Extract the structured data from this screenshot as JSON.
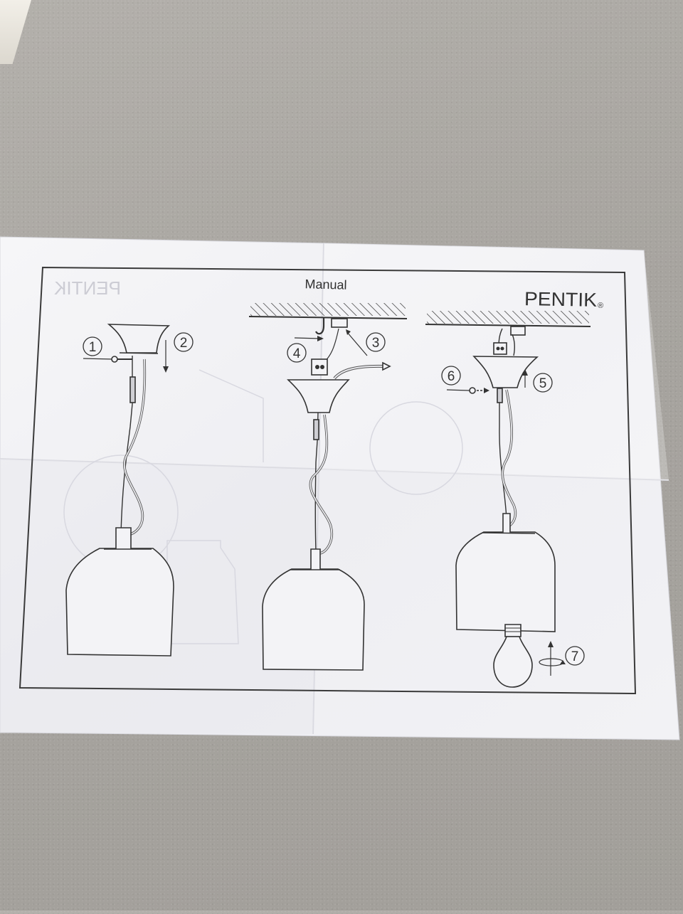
{
  "manual": {
    "title": "Manual",
    "brand": "PENTIK",
    "brand_mark": "®",
    "ghost_brand": "PENTIK"
  },
  "steps": [
    {
      "number": "1"
    },
    {
      "number": "2"
    },
    {
      "number": "3"
    },
    {
      "number": "4"
    },
    {
      "number": "5"
    },
    {
      "number": "6"
    },
    {
      "number": "7"
    }
  ],
  "colors": {
    "fabric": "#a9a6a1",
    "paper": "#f4f4f7",
    "ink": "#2f2f2f"
  }
}
